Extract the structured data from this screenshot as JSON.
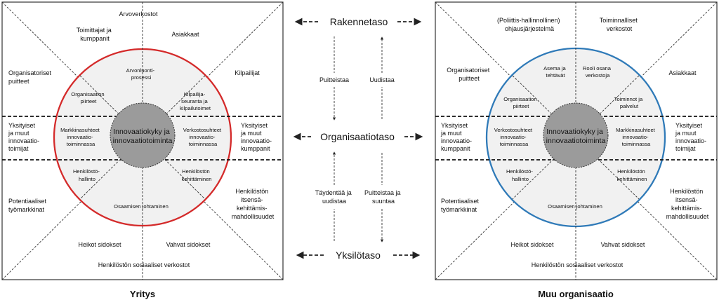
{
  "left_panel": {
    "caption": "Yritys",
    "center": [
      "Innovaatiokyky ja",
      "innovaatiotoiminta"
    ],
    "outer": {
      "top": [
        "Arvoverkostot"
      ],
      "top_left": [
        "Toimittajat ja",
        "kumppanit"
      ],
      "top_right": [
        "Asiakkaat"
      ],
      "upper_left": [
        "Organisatoriset",
        "puitteet"
      ],
      "upper_right": [
        "Kilpailijat"
      ],
      "mid_left": [
        "Yksityiset",
        "ja muut",
        "innovaatio-",
        "toimijat"
      ],
      "mid_right": [
        "Yksityiset",
        "ja muut",
        "innovaatio-",
        "kumppanit"
      ],
      "lower_left": [
        "Potentiaaliset",
        "työmarkkinat"
      ],
      "lower_right": [
        "Henkilöstön",
        "itsensä-",
        "kehittämis-",
        "mahdollisuudet"
      ],
      "bottom_left": [
        "Heikot sidokset"
      ],
      "bottom_right": [
        "Vahvat sidokset"
      ],
      "bottom": [
        "Henkilöstön sosiaaliset verkostot"
      ]
    },
    "inner": {
      "top": [
        "Arvonluonti-",
        "prosessi"
      ],
      "upper_left": [
        "Organisaation",
        "piirteet"
      ],
      "upper_right": [
        "Kilpailija-",
        "seuranta ja",
        "kilpailutoimet"
      ],
      "mid_left": [
        "Markkinasuhteet",
        "innovaatio-",
        "toiminnassa"
      ],
      "mid_right": [
        "Verkostosuhteet",
        "innovaatio-",
        "toiminnassa"
      ],
      "lower_left": [
        "Henkilöstö-",
        "hallinto"
      ],
      "lower_right": [
        "Henkilöstön",
        "kehittäminen"
      ],
      "bottom": [
        "Osaamisen johtaminen"
      ]
    }
  },
  "right_panel": {
    "caption": "Muu organisaatio",
    "center": [
      "Innovaatiokyky ja",
      "innovaatiotoiminta"
    ],
    "outer": {
      "top_left": [
        "(Poliittis-hallinnollinen)",
        "ohjausjärjestelmä"
      ],
      "top_right": [
        "Toiminnalliset",
        "verkostot"
      ],
      "upper_left": [
        "Organisatoriset",
        "puitteet"
      ],
      "upper_right": [
        "Asiakkaat"
      ],
      "mid_left": [
        "Yksityiset",
        "ja muut",
        "innovaatio-",
        "kumppanit"
      ],
      "mid_right": [
        "Yksityiset",
        "ja muut",
        "innovaatio-",
        "toimijat"
      ],
      "lower_left": [
        "Potentiaaliset",
        "työmarkkinat"
      ],
      "lower_right": [
        "Henkilöstön",
        "itsensä-",
        "kehittämis-",
        "mahdollisuudet"
      ],
      "bottom_left": [
        "Heikot sidokset"
      ],
      "bottom_right": [
        "Vahvat sidokset"
      ],
      "bottom": [
        "Henkilöstön sosiaaliset verkostot"
      ]
    },
    "inner": {
      "top_left": [
        "Asema ja",
        "tehtävät"
      ],
      "top_right": [
        "Rooli osana",
        "verkostoja"
      ],
      "upper_left": [
        "Organisaation",
        "piirteet"
      ],
      "upper_right": [
        "Toiminnot ja",
        "palvelut"
      ],
      "mid_left": [
        "Verkostosuhteet",
        "innovaatio-",
        "toiminnassa"
      ],
      "mid_right": [
        "Markkinasuhteet",
        "innovaatio-",
        "toiminnassa"
      ],
      "lower_left": [
        "Henkilöstö-",
        "hallinto"
      ],
      "lower_right": [
        "Henkilöstön",
        "kehittäminen"
      ],
      "bottom": [
        "Osaamisen johtaminen"
      ]
    }
  },
  "middle": {
    "levels": [
      "Rakennetaso",
      "Organisaatiotaso",
      "Yksilötaso"
    ],
    "arrows": {
      "upper_down": [
        "Puitteistaa"
      ],
      "upper_up": [
        "Uudistaa"
      ],
      "lower_up": [
        "Täydentää ja",
        "uudistaa"
      ],
      "lower_down": [
        "Puitteistaa ja",
        "suuntaa"
      ]
    }
  },
  "colors": {
    "left_ring": "#d42a2a",
    "right_ring": "#2f7ab8",
    "inner_fill": "#f1f1f1",
    "core_fill": "#9b9b9b"
  }
}
